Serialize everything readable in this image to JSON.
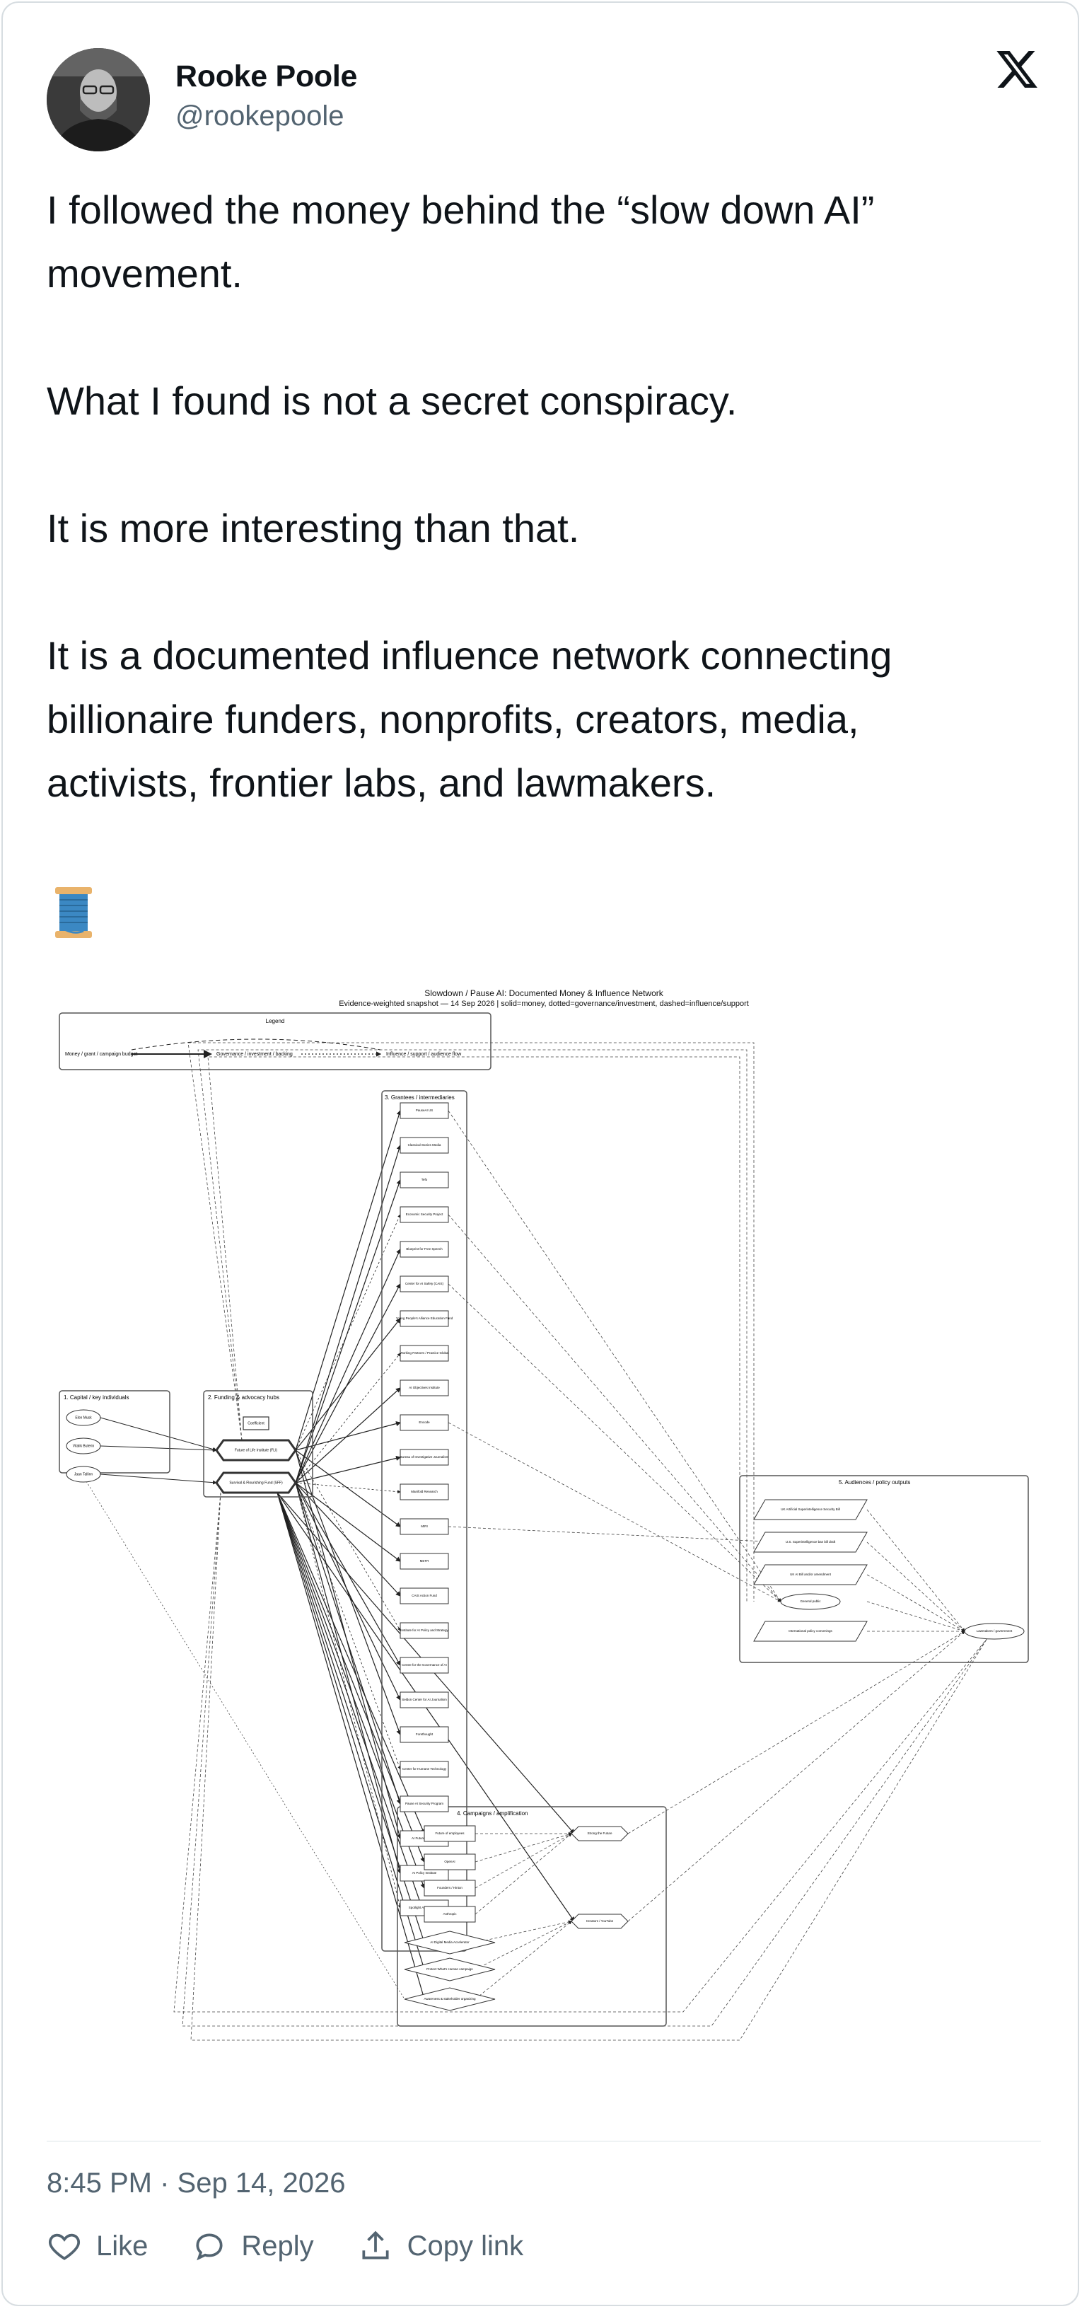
{
  "author": {
    "name": "Rooke Poole",
    "handle": "@rookepoole"
  },
  "tweet": {
    "paragraphs": [
      "I followed the money behind the “slow down AI”\nmovement.",
      "What I found is not a secret conspiracy.",
      "It is more interesting than that.",
      "It is a documented influence network connecting\nbillionaire funders, nonprofits, creators, media,\nactivists, frontier labs, and lawmakers."
    ],
    "thread_emoji": "🧵",
    "timestamp": "8:45 PM · Sep 14, 2026"
  },
  "actions": {
    "like": "Like",
    "reply": "Reply",
    "copy": "Copy link"
  },
  "diagram": {
    "title": "Slowdown / Pause AI: Documented Money & Influence Network",
    "subtitle": "Evidence-weighted snapshot — 14 Sep 2026 | solid=money, dotted=governance/investment, dashed=influence/support",
    "legend_title": "Legend",
    "legend_items": [
      "Money / grant / campaign budget",
      "Governance / investment / backing",
      "Influence / support / audience flow"
    ],
    "section_capital": "1. Capital / key individuals",
    "section_funding": "2. Funding & advocacy hubs",
    "section_grantees": "3. Grantees / intermediaries",
    "section_campaigns": "4. Campaigns / amplification",
    "section_audiences": "5. Audiences / policy outputs",
    "capital_nodes": [
      "Elon Musk",
      "Vitalik Buterin",
      "Jaan Tallinn"
    ],
    "hub_nodes": [
      "Coefficient",
      "Future of Life Institute (FLI)",
      "Survival & Flourishing Fund (SFF)"
    ],
    "grantee_nodes": [
      "PauseAI US",
      "Classical Stories Media",
      "Tefo",
      "Economic Security Project",
      "Blueprint for Free Speech",
      "Center for AI Safety (CAIS)",
      "Young People's Alliance Education Fund",
      "Working Partners / Practice Global",
      "AI Objectives Institute",
      "Encode",
      "Bureau of Investigative Journalism",
      "Manifold Research",
      "MIRI",
      "METR",
      "CAIS Action Fund",
      "Institute for AI Policy and Strategy",
      "Centre for the Governance of AI",
      "Seldon Center for AI Journalism",
      "Forethought",
      "Center for Humane Technology",
      "Pause AI Security Program",
      "AI Futures Project",
      "AI Policy Institute",
      "Spotlight AI Standards"
    ],
    "campaign_nodes": [
      "Future of employees",
      "OpenAI",
      "Founders / Hinton",
      "Anthropic",
      "AI Digital Media Accelerator",
      "Protect What's Human campaign",
      "Awareness & stakeholder organizing",
      "Strong the Future",
      "Creators / YouTube"
    ],
    "audience_nodes": [
      "UK Artificial Superintelligence Security Bill",
      "U.S. Superintelligence ban bill draft",
      "UK AI Bill and/or amendment",
      "General public",
      "International policy convenings",
      "Lawmakers / government"
    ]
  }
}
